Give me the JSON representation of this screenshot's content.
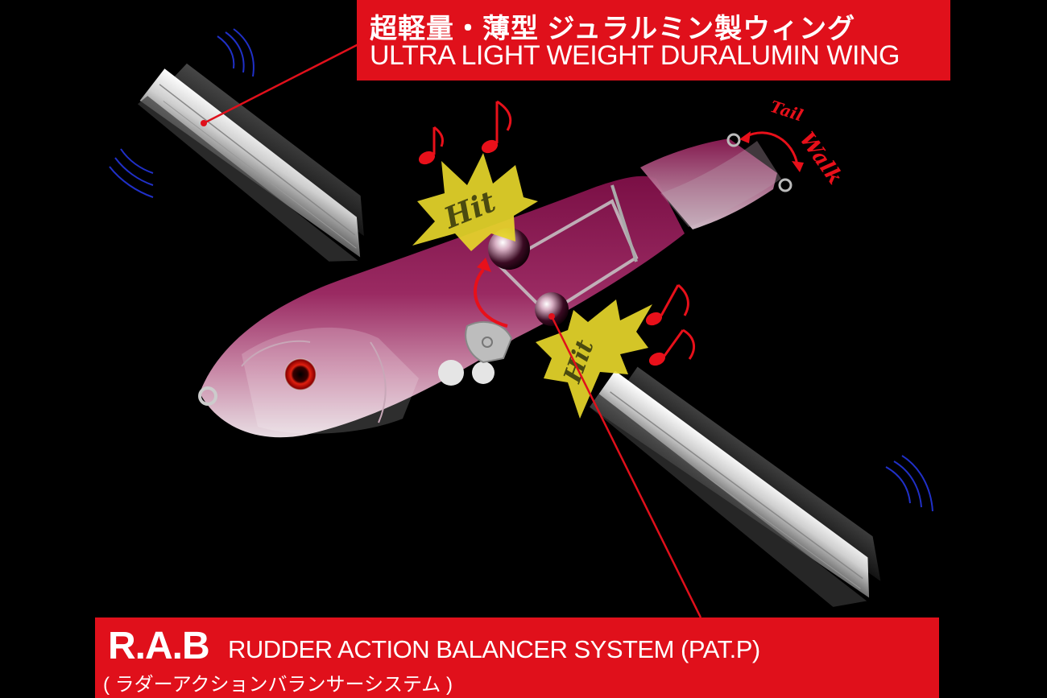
{
  "wing_callout": {
    "jp": "超軽量・薄型 ジュラルミン製ウィング",
    "en": "ULTRA LIGHT WEIGHT  DURALUMIN WING"
  },
  "rab_callout": {
    "code": "R.A.B",
    "en": "RUDDER ACTION BALANCER SYSTEM (PAT.P)",
    "jp": "( ラダーアクションバランサーシステム )"
  },
  "hit_upper": "Hit",
  "hit_lower": "Hit",
  "tail_walk": {
    "line1": "Tail",
    "line2": "Walk"
  },
  "colors": {
    "banner_red": "#e0101b",
    "body_magenta": "#8a1a52",
    "burst_yellow": "#e6d62a",
    "note_red": "#e8101a",
    "vibration_blue": "#2030c8",
    "wing_silver": "#d8d8d8"
  },
  "icons": [
    "music-note-icon",
    "hit-burst-icon",
    "vibration-icon",
    "callout-dot-icon"
  ]
}
